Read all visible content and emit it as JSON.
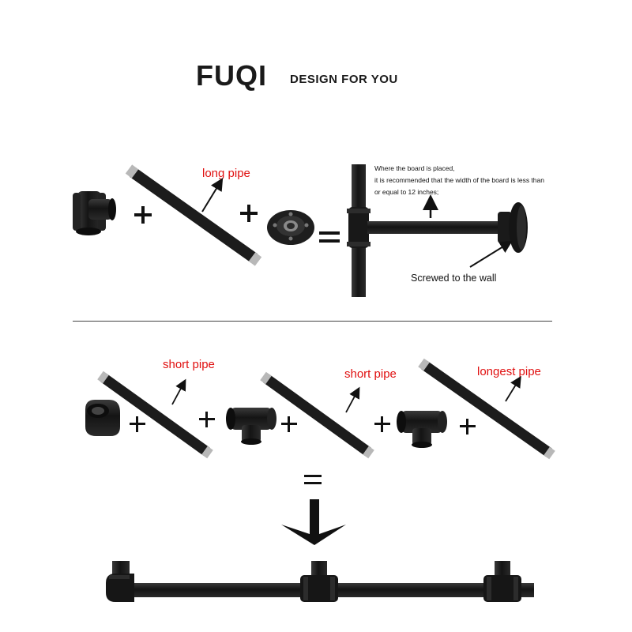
{
  "header": {
    "brand": "FUQI",
    "tagline": "DESIGN FOR YOU"
  },
  "row1": {
    "pipe_label": "long pipe",
    "note_lines": [
      "Where the board is placed,",
      "it is recommended that the width of the board is less than",
      "or equal to 12 inches;"
    ],
    "wall_label": "Screwed to the wall",
    "components": [
      "tee-fitting",
      "long-pipe",
      "floor-flange"
    ]
  },
  "row2": {
    "labels": [
      "short pipe",
      "short pipe",
      "longest pipe"
    ],
    "components": [
      "elbow-fitting",
      "short-pipe",
      "tee-fitting",
      "short-pipe",
      "tee-fitting",
      "longest-pipe"
    ]
  },
  "symbols": {
    "plus": "+",
    "equals": "="
  },
  "colors": {
    "pipe": "#1c1c1c",
    "pipe_end": "#b8b8b8",
    "label_red": "#e01010",
    "text": "#111111"
  }
}
